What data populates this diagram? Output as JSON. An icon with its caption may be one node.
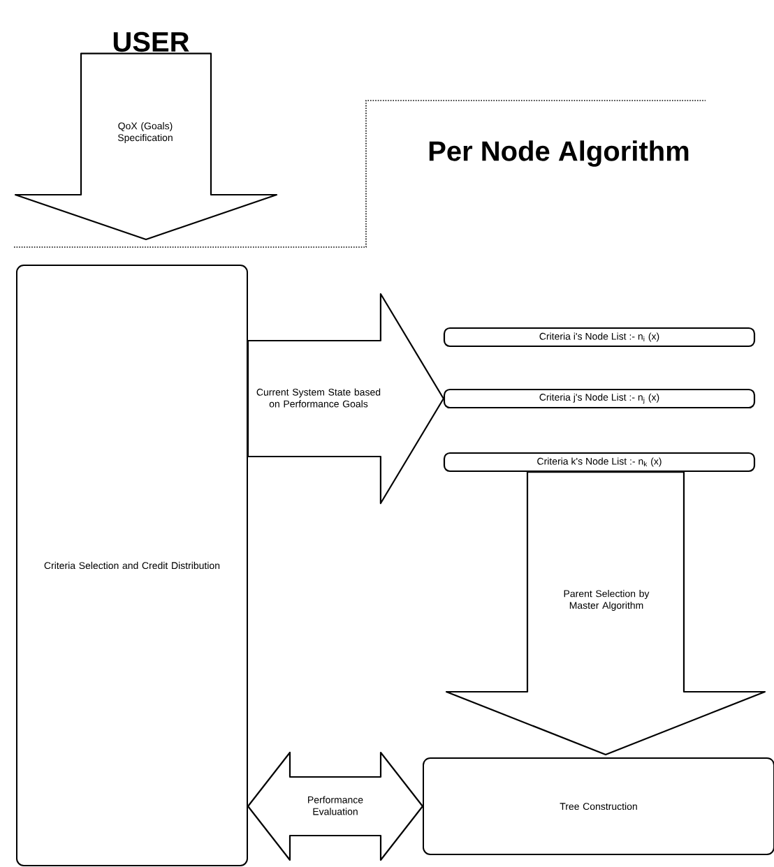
{
  "diagram": {
    "nodes": [
      {
        "text": [
          "USER"
        ]
      },
      {
        "text": [
          "Criteria Selection and Credit Distribution"
        ]
      },
      {
        "text": [
          "Criteria i's Node List :- n$_{i}$ (x)"
        ]
      },
      {
        "text": [
          "Criteria j's Node List :- n$_{j}$ (x)"
        ]
      },
      {
        "text": [
          "Criteria k's Node List :- n$_{k}$ (x)"
        ]
      },
      {
        "text": [
          "Tree Construction"
        ]
      }
    ],
    "edges": [
      {
        "from": 0,
        "to": 1,
        "arrow": "to",
        "label": "QoX (Goals) Specification"
      },
      {
        "from": 1,
        "to": 3,
        "arrow": "to",
        "label": "Current System State based on Performance Goals"
      },
      {
        "from": 4,
        "to": 5,
        "arrow": "to",
        "label": "Parent Selection by Master Algorithm"
      },
      {
        "from": 1,
        "to": 5,
        "arrow": "both",
        "label": "Performance Evaluation"
      }
    ],
    "labels": [
      "Per Node Algorithm"
    ]
  }
}
